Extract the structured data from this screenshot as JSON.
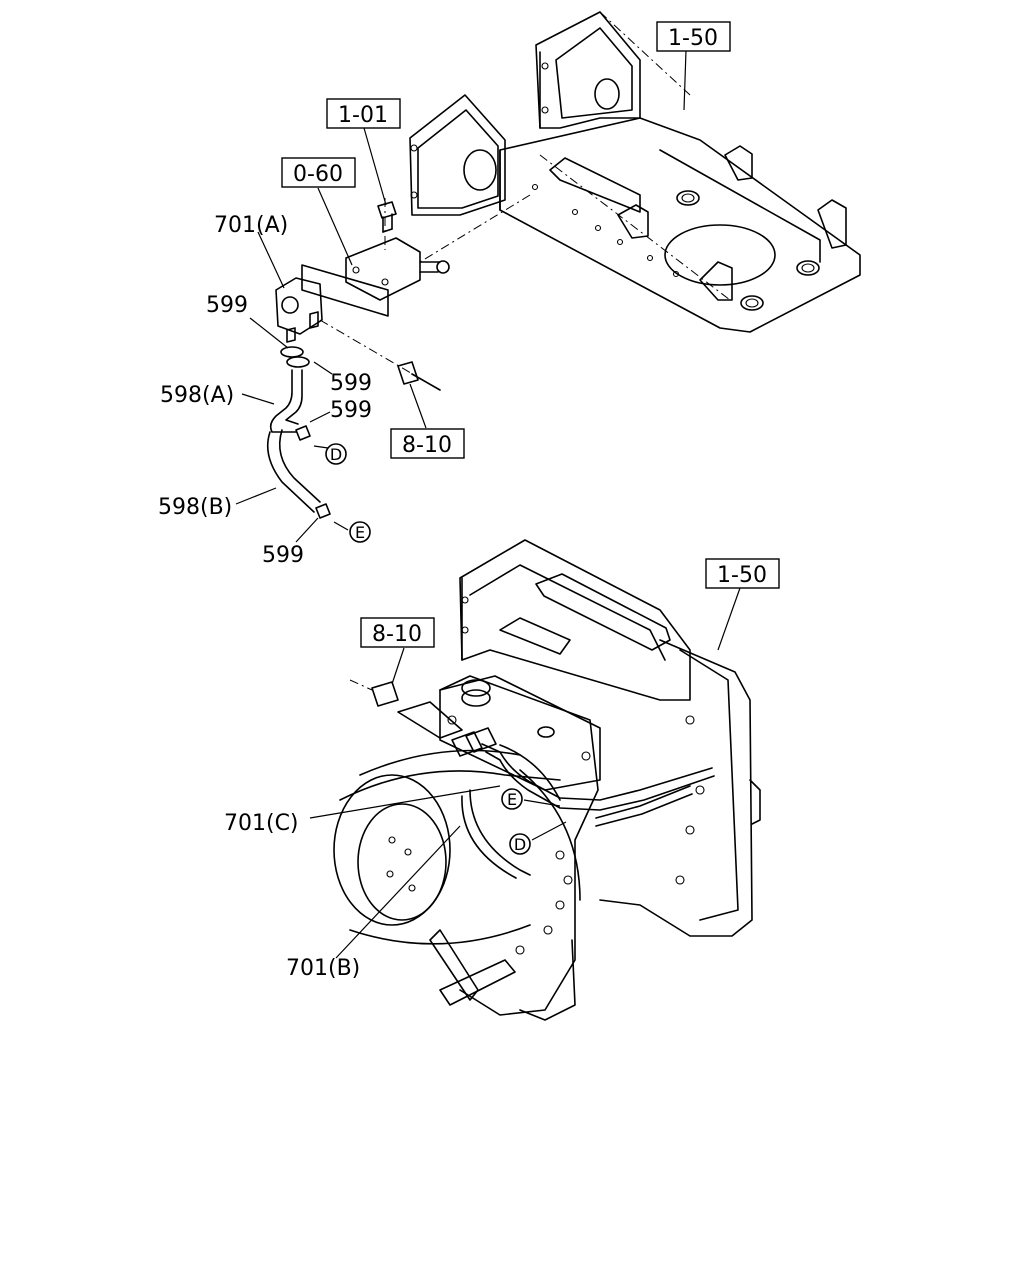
{
  "labels": {
    "ref_150_top": "1-50",
    "ref_101": "1-01",
    "ref_060": "0-60",
    "part_701a": "701(A)",
    "part_599_a": "599",
    "part_599_b": "599",
    "part_599_c": "599",
    "part_599_d": "599",
    "part_598a": "598(A)",
    "part_598b": "598(B)",
    "ref_810_top": "8-10",
    "ref_150_bottom": "1-50",
    "ref_810_bottom": "8-10",
    "part_701c": "701(C)",
    "part_701b": "701(B)"
  },
  "connection_markers": {
    "d_top": "D",
    "e_top": "E",
    "e_bottom": "E",
    "d_bottom": "D"
  }
}
